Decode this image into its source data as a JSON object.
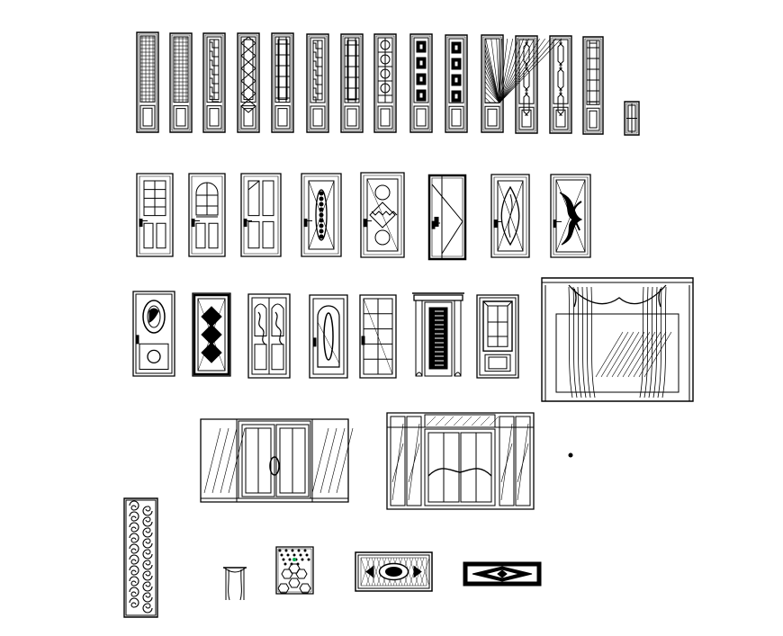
{
  "drawing": {
    "line_color": "#000000",
    "background": "#ffffff",
    "accent_dot_color": "#00b050",
    "rows": [
      {
        "name": "carved-lattice-panels",
        "items": [
          "lattice-dense",
          "lattice-dense",
          "lattice-fret",
          "lattice-diamond",
          "lattice-grid",
          "lattice-fret",
          "lattice-grid",
          "lattice-circles",
          "lattice-squares",
          "lattice-squares",
          "lattice-diagonal",
          "lattice-octagon",
          "lattice-octagon",
          "lattice-grid",
          "lattice-small"
        ]
      },
      {
        "name": "entry-doors",
        "items": [
          "door-grid",
          "door-arched",
          "door-panel",
          "door-oval-glass",
          "door-carved-glass",
          "door-plain-diagonal",
          "door-leaf-glass",
          "door-wave-glass"
        ]
      },
      {
        "name": "decorative-doors",
        "items": [
          "door-oval-carved",
          "door-diamond",
          "door-twin-carved",
          "door-arched-glass",
          "door-grid-glass",
          "door-pediment",
          "door-lattice-glass"
        ]
      },
      {
        "name": "window-and-glass-doors",
        "items": [
          "curtain-window",
          "storefront-glass-door",
          "glass-entrance-with-transom"
        ]
      },
      {
        "name": "small-details",
        "items": [
          "scroll-screen",
          "small-curtain",
          "hexagon-tile-panel",
          "ornamental-panel",
          "diamond-inlay-panel"
        ]
      }
    ]
  }
}
